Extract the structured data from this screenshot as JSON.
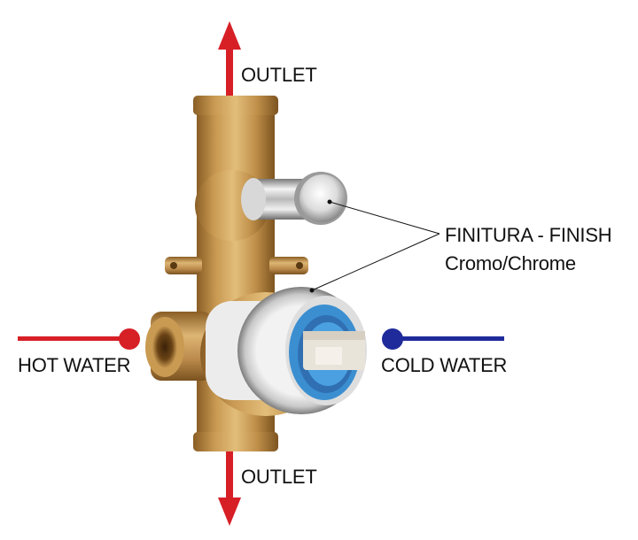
{
  "labels": {
    "outlet_top": "OUTLET",
    "outlet_bottom": "OUTLET",
    "hot_water": "HOT WATER",
    "cold_water": "COLD WATER",
    "finish_title": "FINITURA - FINISH",
    "finish_value": "Cromo/Chrome"
  },
  "colors": {
    "hot": "#d71f26",
    "cold": "#1f2b9b",
    "brass": "#c79a4e",
    "chrome": "#e6e6e6",
    "cartridge_blue": "#3b8fd1"
  }
}
